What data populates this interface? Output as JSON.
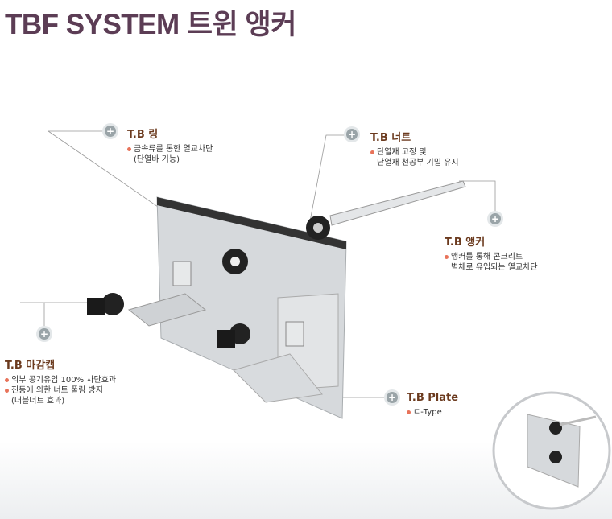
{
  "title": "TBF SYSTEM 트윈 앵커",
  "callouts": {
    "ring": {
      "title": "T.B 링",
      "lines": [
        "금속류를 통한 열교차단",
        "(단열바 기능)"
      ]
    },
    "nut": {
      "title": "T.B 너트",
      "lines": [
        "단열재 고정 및",
        "단열재 천공부 기밀 유지"
      ]
    },
    "anchor": {
      "title": "T.B 앵커",
      "lines": [
        "앵커를 통해 콘크리트",
        "벽체로 유입되는 열교차단"
      ]
    },
    "cap": {
      "title": "T.B 마감캡",
      "lines": [
        "외부 공기유입 100% 차단효과",
        "진동에 의한 너트 풀림 방지",
        "(더블너트 효과)"
      ]
    },
    "plate": {
      "title": "T.B Plate",
      "lines": [
        "ㄷ-Type"
      ]
    }
  },
  "plus_symbol": "+"
}
